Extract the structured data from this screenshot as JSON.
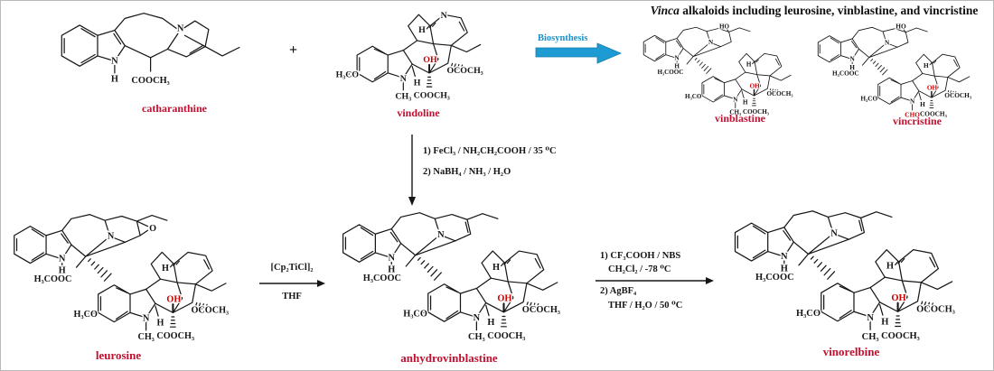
{
  "title": {
    "italic": "Vinca",
    "rest": " alkaloids including leurosine, vinblastine, and vincristine"
  },
  "plus_sign": "+",
  "arrows": {
    "biosynthesis": {
      "label": "Biosynthesis"
    },
    "step": {
      "line1": "1) FeCl₃ / NH₂CH₂COOH  / 35 ⁰C",
      "line2": "2) NaBH₄ / NH₃ / H₂O"
    },
    "coupling": {
      "reagent": "[Cp₂TiCl]₂",
      "solvent": "THF"
    },
    "final": {
      "line1": "1) CF₃COOH / NBS",
      "line2": "CH₂Cl₂ / -78 ⁰C",
      "line3": "2) AgBF₄",
      "line4": "THF / H₂O / 50 ⁰C"
    }
  },
  "colors": {
    "compound_name": "#c11030",
    "oh_red": "#cc0000",
    "arrow_blue": "#1e9bd3",
    "bond": "#151515"
  },
  "compounds": {
    "catharanthine": {
      "name": "catharanthine",
      "atoms": {
        "n1": "N",
        "h1": "H",
        "n2": "N",
        "ester": "COOCH₃"
      }
    },
    "vindoline": {
      "name": "vindoline",
      "atoms": {
        "ome": "H₃CO",
        "n_top": "N",
        "h_top": "H",
        "n": "N",
        "nme": "CH₃",
        "h19": "H",
        "oh": "OH",
        "oac": "OCOCH₃",
        "co2me": "COOCH₃"
      }
    },
    "vinblastine": {
      "name": "vinblastine",
      "atoms": {
        "ho": "HO",
        "ester": "H₃COOC",
        "n1": "N",
        "h1": "H",
        "n2": "N",
        "ome": "H₃CO",
        "n3": "N",
        "nsub": "CH₃",
        "h19": "H",
        "hst": "H",
        "oh": "OH",
        "oac": "OCOCH₃",
        "co2me": "COOCH₃"
      }
    },
    "vincristine": {
      "name": "vincristine",
      "atoms": {
        "ho": "HO",
        "ester": "H₃COOC",
        "n1": "N",
        "h1": "H",
        "n2": "N",
        "ome": "H₃CO",
        "n3": "N",
        "nsub": "CHO",
        "h19": "H",
        "hst": "H",
        "oh": "OH",
        "oac": "OCOCH₃",
        "co2me": "COOCH₃"
      }
    },
    "leurosine": {
      "name": "leurosine",
      "atoms": {
        "ox": "O",
        "ester": "H₃COOC",
        "n1": "N",
        "h1": "H",
        "n2": "N",
        "ome": "H₃CO",
        "n3": "N",
        "nsub": "CH₃",
        "h19": "H",
        "hst": "H",
        "oh": "OH",
        "oac": "OCOCH₃",
        "co2me": "COOCH₃"
      }
    },
    "anhydrovinblastine": {
      "name": "anhydrovinblastine",
      "atoms": {
        "ester": "H₃COOC",
        "n1": "N",
        "h1": "H",
        "n2": "N",
        "ome": "H₃CO",
        "n3": "N",
        "nsub": "CH₃",
        "h19": "H",
        "hst": "H",
        "oh": "OH",
        "oac": "OCOCH₃",
        "co2me": "COOCH₃"
      }
    },
    "vinorelbine": {
      "name": "vinorelbine",
      "atoms": {
        "ester": "H₃COOC",
        "n1": "N",
        "h1": "H",
        "n2": "N",
        "ome": "H₃CO",
        "n3": "N",
        "nsub": "CH₃",
        "h19": "H",
        "hst": "H",
        "oh": "OH",
        "oac": "OCOCH₃",
        "co2me": "COOCH₃"
      }
    }
  }
}
